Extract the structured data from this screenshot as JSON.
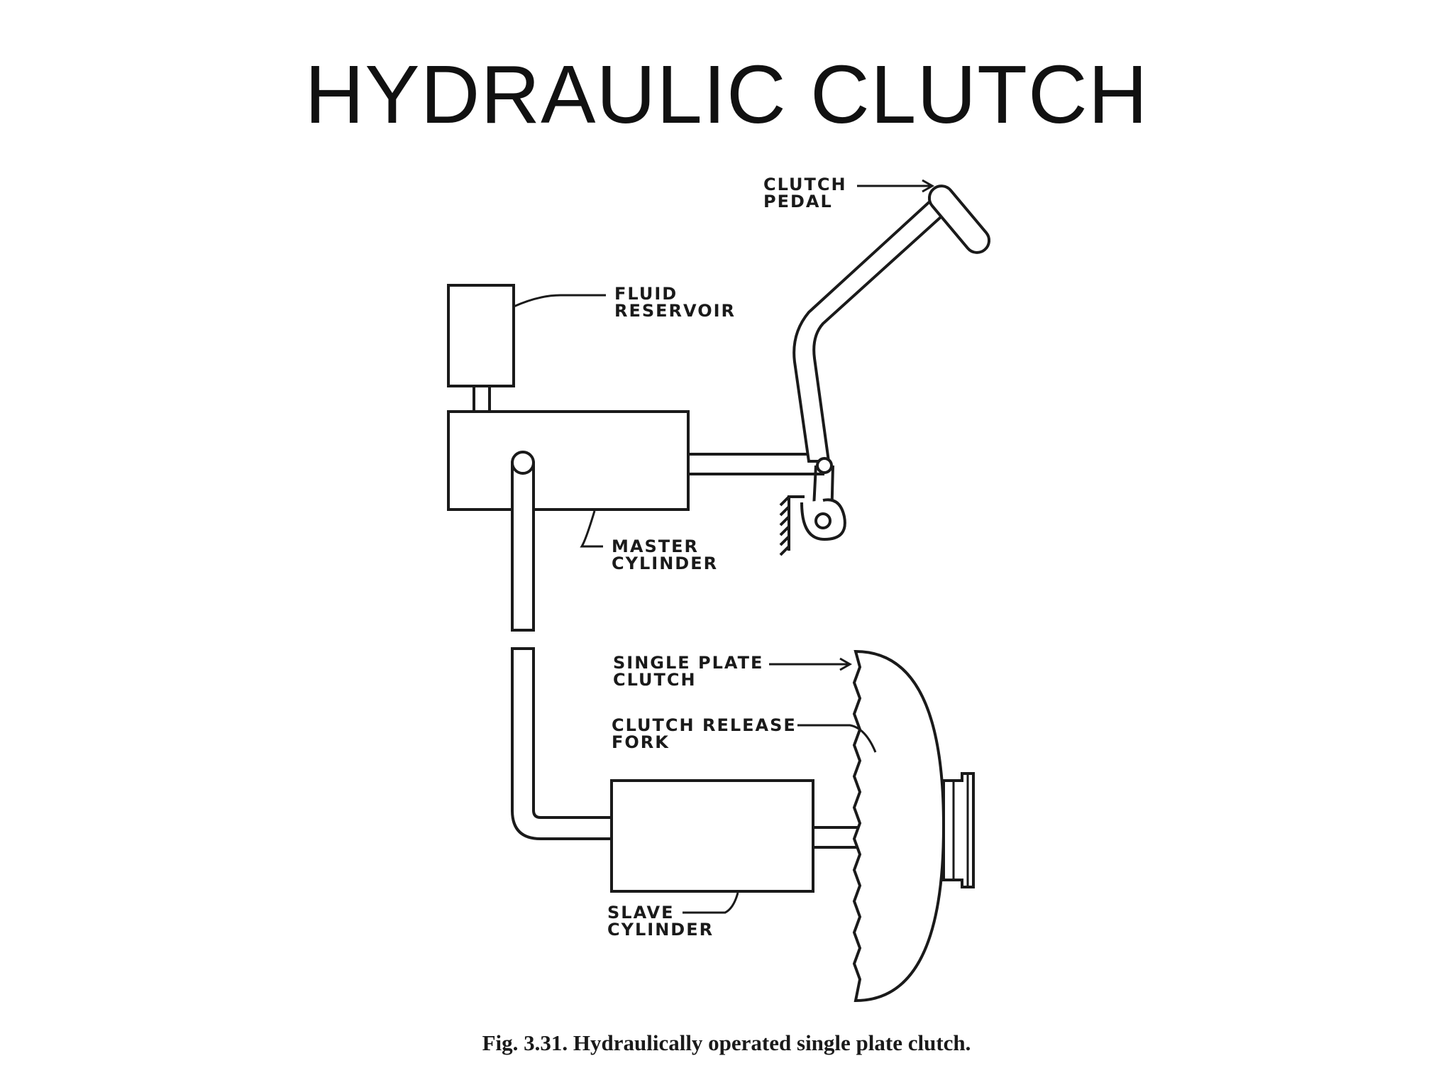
{
  "title": "HYDRAULIC CLUTCH",
  "labels": {
    "clutch_pedal_1": "CLUTCH",
    "clutch_pedal_2": "PEDAL",
    "fluid_reservoir_1": "FLUID",
    "fluid_reservoir_2": "RESERVOIR",
    "master_cylinder_1": "MASTER",
    "master_cylinder_2": "CYLINDER",
    "single_plate_clutch_1": "SINGLE PLATE",
    "single_plate_clutch_2": "CLUTCH",
    "release_fork_1": "CLUTCH RELEASE",
    "release_fork_2": "FORK",
    "slave_cylinder_1": "SLAVE",
    "slave_cylinder_2": "CYLINDER"
  },
  "caption": "Fig. 3.31. Hydraulically operated single plate clutch."
}
